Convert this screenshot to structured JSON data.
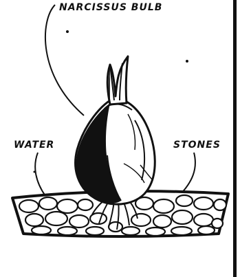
{
  "labels": {
    "bulb": "NARCISSUS BULB",
    "water": "WATER",
    "stones": "STONES"
  },
  "colors": {
    "ink": "#111111",
    "paper": "#ffffff"
  }
}
